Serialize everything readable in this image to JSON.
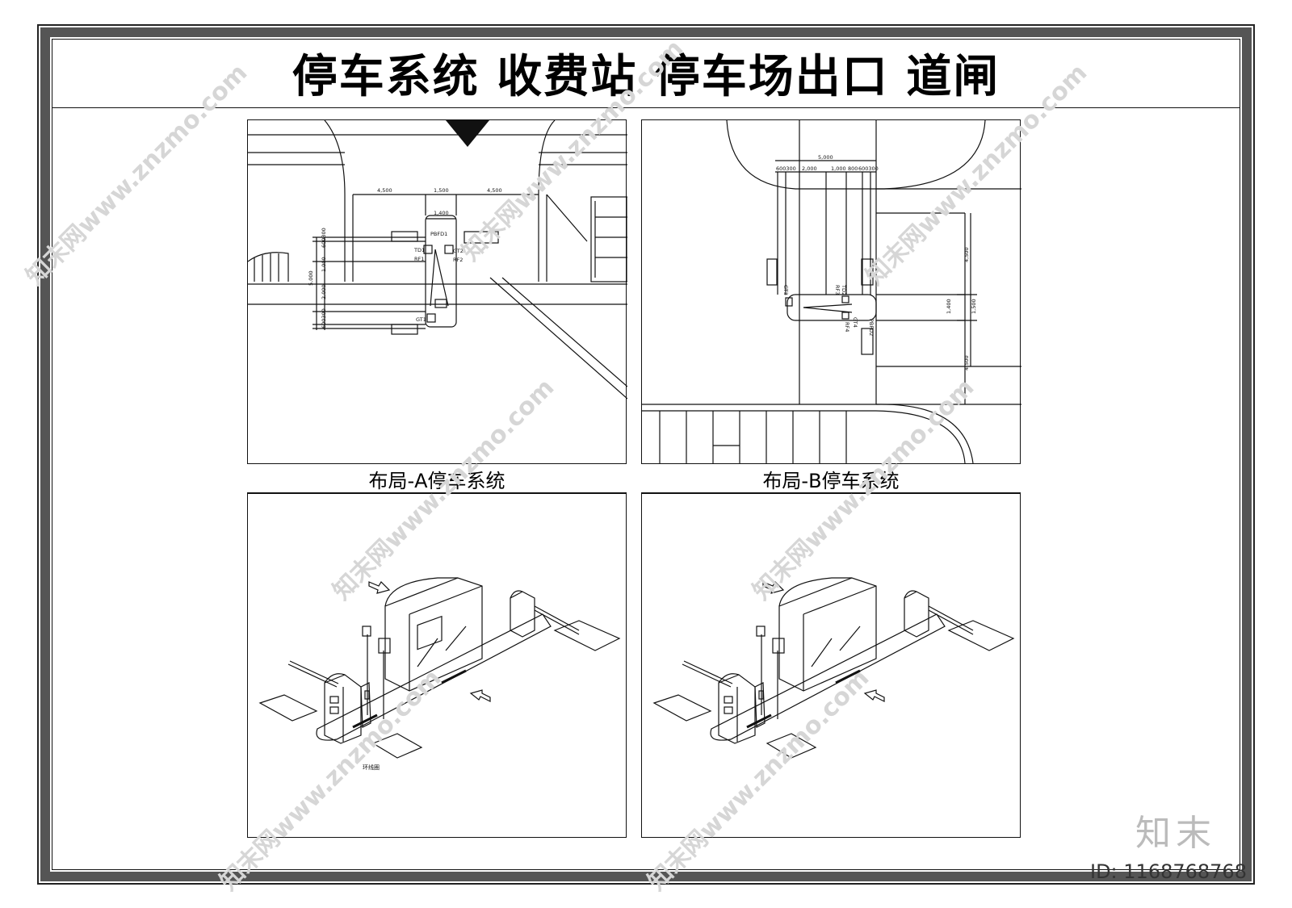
{
  "title": "停车系统  收费站  停车场出口  道闸",
  "panels": {
    "layout_a": {
      "caption": "布局-A停车系统"
    },
    "layout_b": {
      "caption": "布局-B停车系统"
    }
  },
  "dimensions_a": {
    "top": [
      "4,500",
      "1,500",
      "4,500"
    ],
    "inner": "1,400",
    "left_total": "5,000",
    "left_parts": [
      "600300",
      "1,000",
      "2,000",
      "600300"
    ]
  },
  "dimensions_b": {
    "top": "5,000",
    "parts": [
      "600300",
      "2,000",
      "1,000",
      "800",
      "600300"
    ],
    "right": [
      "4,500",
      "1,500",
      "4,500"
    ],
    "inner": "1,400"
  },
  "labels_a": [
    "PBFD1",
    "GT2",
    "TD1",
    "RF1",
    "RF2",
    "GT1"
  ],
  "labels_b": [
    "PBFD2",
    "GT3",
    "TD2",
    "RF3",
    "GT4",
    "RF4"
  ],
  "iso_label": "环线圈",
  "brand": "知末",
  "watermark_id": "ID: 1168768768",
  "watermark_text": "知末网www.znzmo.com"
}
